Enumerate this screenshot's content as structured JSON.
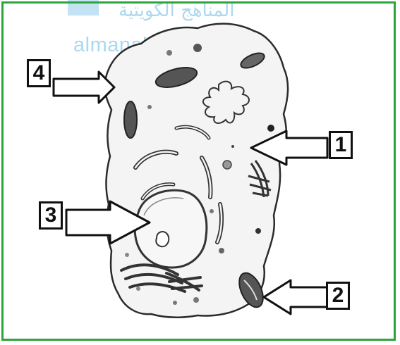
{
  "watermark": {
    "arabic_text": "المناهج الكويتية",
    "url_text": "almanahj.com/kw"
  },
  "labels": [
    {
      "id": "1",
      "text": "1",
      "points_to": "golgi-apparatus-top"
    },
    {
      "id": "2",
      "text": "2",
      "points_to": "mitochondrion"
    },
    {
      "id": "3",
      "text": "3",
      "points_to": "nucleus"
    },
    {
      "id": "4",
      "text": "4",
      "points_to": "cell-membrane"
    }
  ],
  "colors": {
    "frame": "#2ea43c",
    "ink": "#111111",
    "watermark": "#9cd2ee"
  }
}
